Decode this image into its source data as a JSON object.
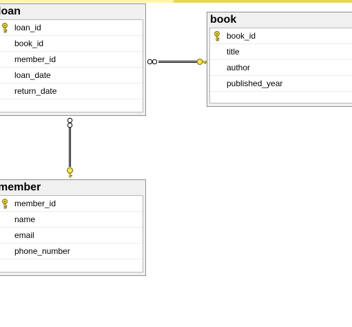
{
  "tables": {
    "loan": {
      "title": "loan",
      "columns": [
        {
          "name": "loan_id",
          "key": true
        },
        {
          "name": "book_id",
          "key": false
        },
        {
          "name": "member_id",
          "key": false
        },
        {
          "name": "loan_date",
          "key": false
        },
        {
          "name": "return_date",
          "key": false
        }
      ]
    },
    "book": {
      "title": "book",
      "columns": [
        {
          "name": "book_id",
          "key": true
        },
        {
          "name": "title",
          "key": false
        },
        {
          "name": "author",
          "key": false
        },
        {
          "name": "published_year",
          "key": false
        }
      ]
    },
    "member": {
      "title": "member",
      "columns": [
        {
          "name": "member_id",
          "key": true
        },
        {
          "name": "name",
          "key": false
        },
        {
          "name": "email",
          "key": false
        },
        {
          "name": "phone_number",
          "key": false
        }
      ]
    }
  },
  "relationships": [
    {
      "from": "loan",
      "to": "book",
      "from_end": "infinity",
      "to_end": "key"
    },
    {
      "from": "loan",
      "to": "member",
      "from_end": "infinity",
      "to_end": "key"
    }
  ],
  "colors": {
    "key_fill": "#f5e64a",
    "key_stroke": "#6b5d00",
    "header_bg": "#f0f0f0",
    "border": "#8e8e8e",
    "top_strip_light": "#fff5a8",
    "top_strip_dark": "#e6d84a"
  },
  "icons": {
    "primary_key": "key-icon",
    "relationship_many": "infinity-icon",
    "relationship_one": "key-icon"
  }
}
